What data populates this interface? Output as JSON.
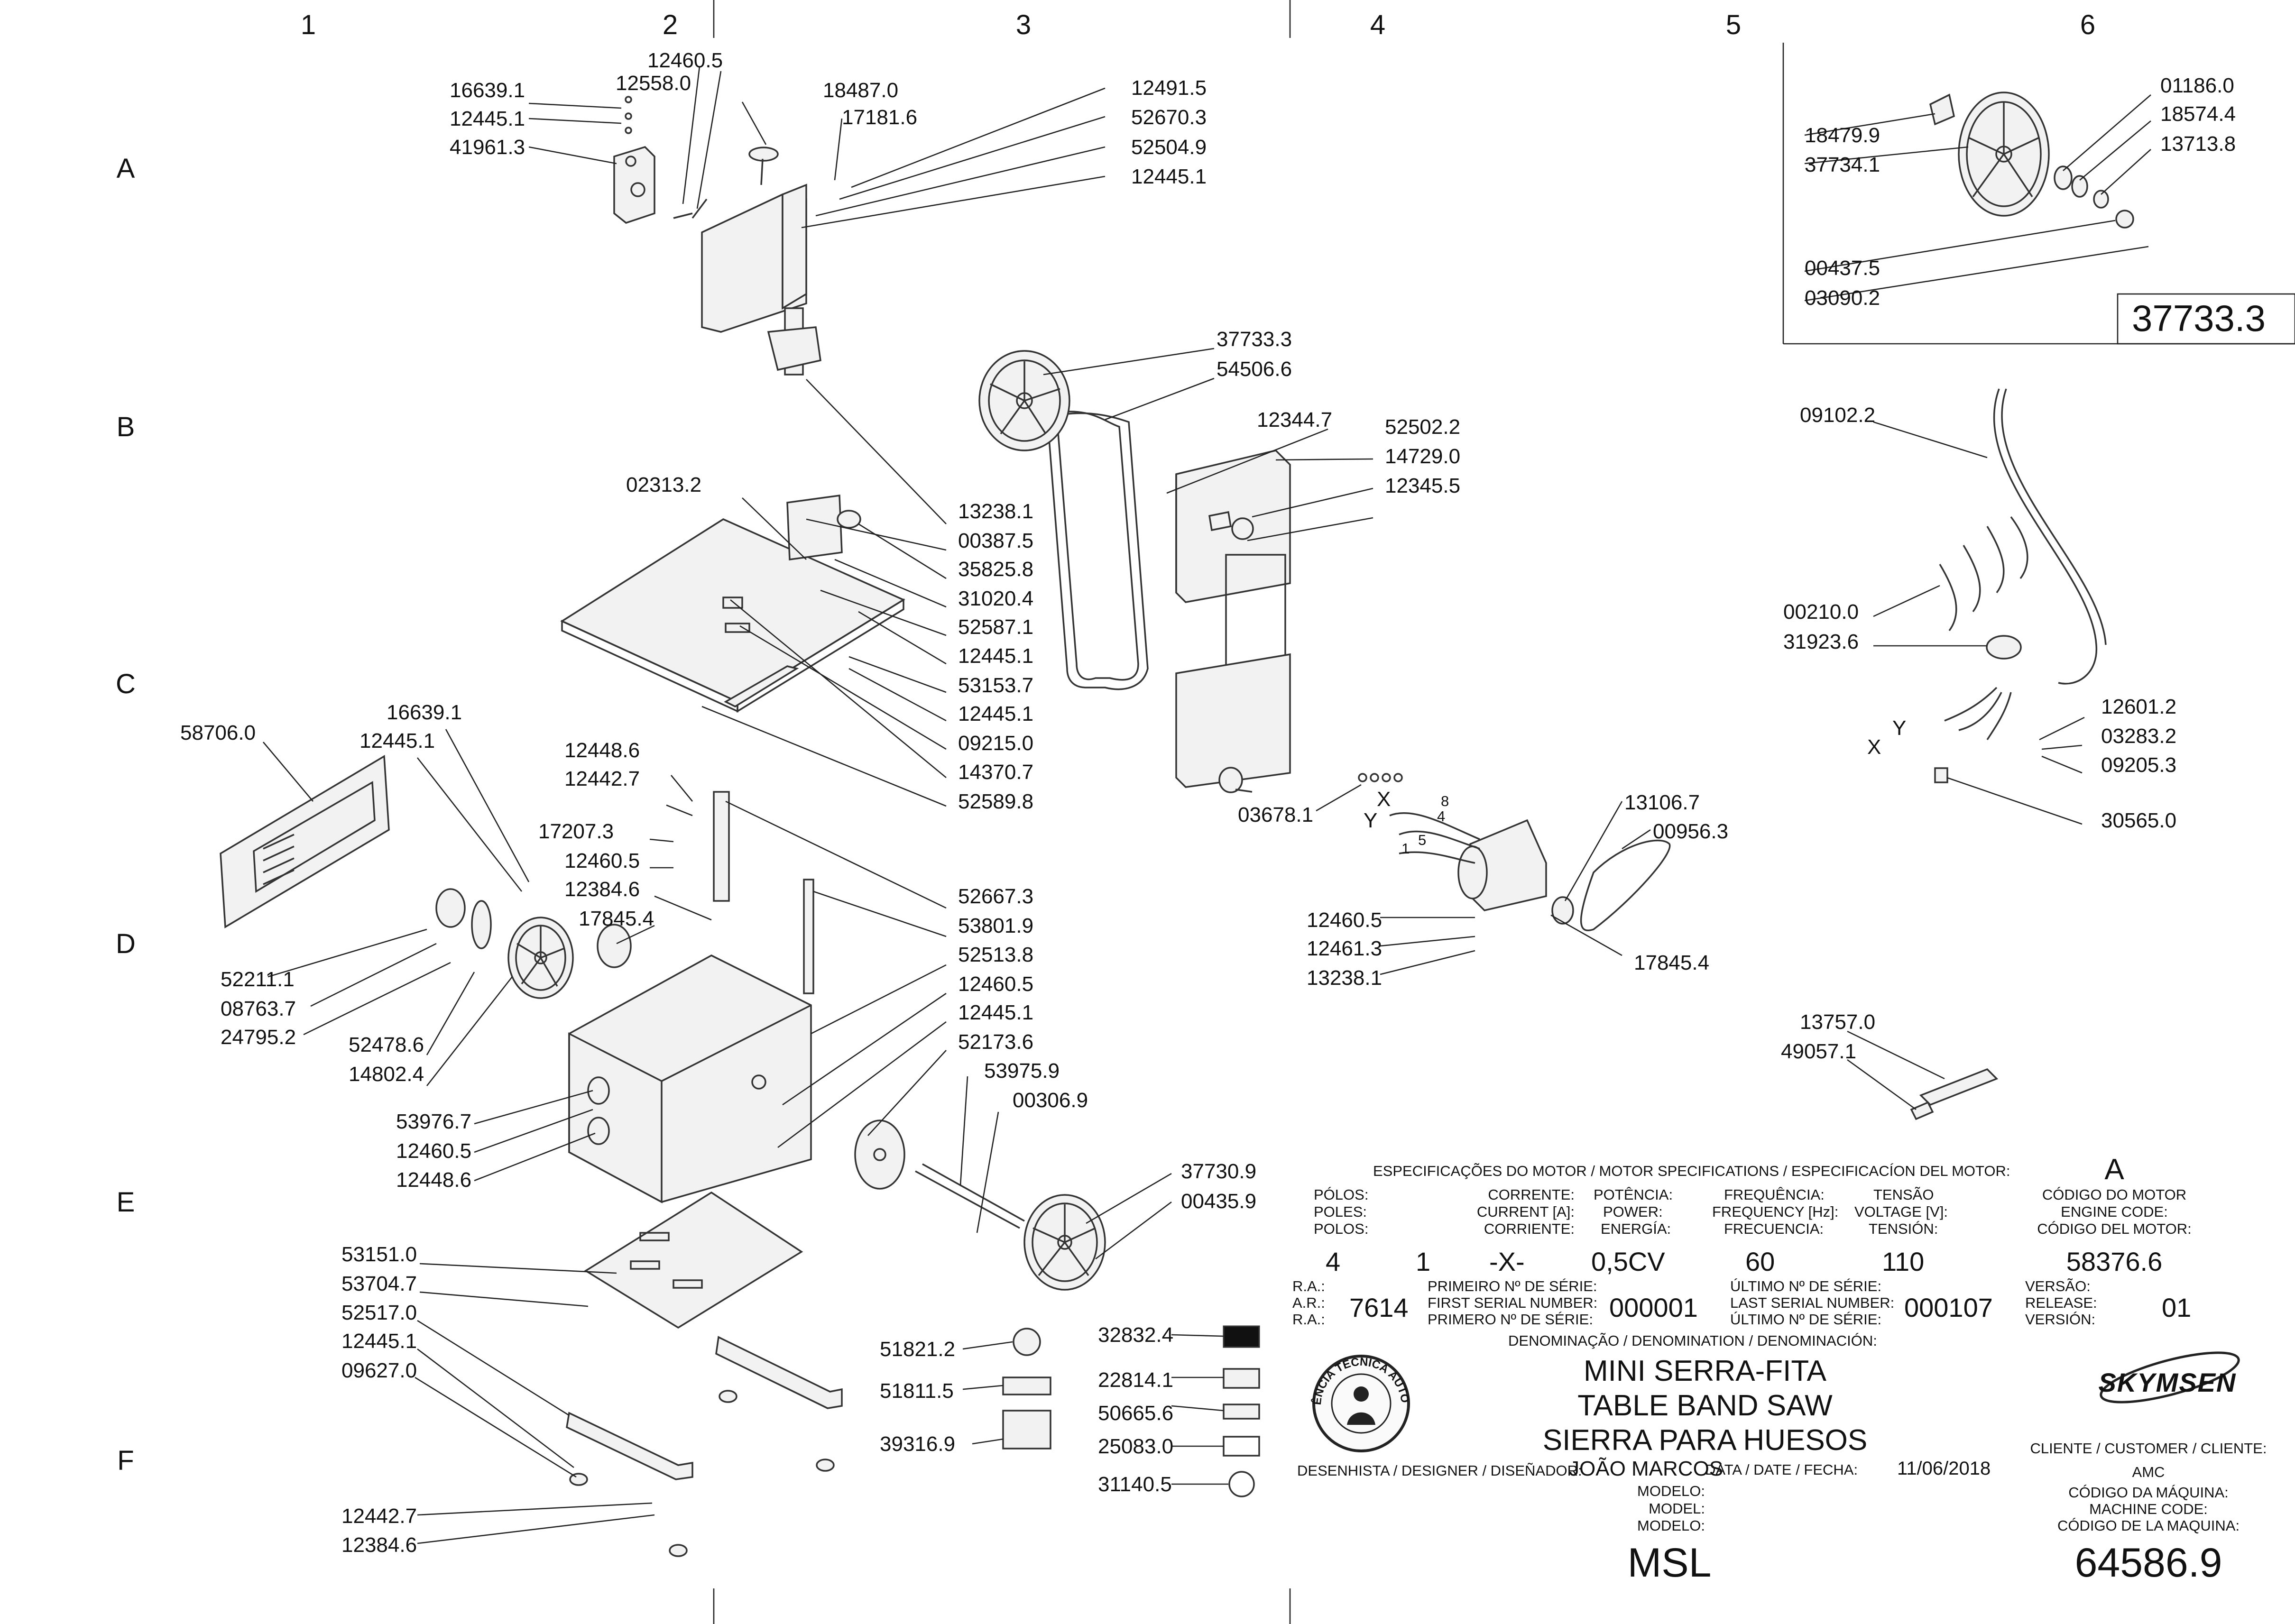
{
  "grid": {
    "columns": [
      "1",
      "2",
      "3",
      "4",
      "5",
      "6"
    ],
    "rows": [
      "A",
      "B",
      "C",
      "D",
      "E",
      "F"
    ]
  },
  "callouts": [
    {
      "id": "16639.1"
    },
    {
      "id": "12445.1"
    },
    {
      "id": "41961.3"
    },
    {
      "id": "12460.5"
    },
    {
      "id": "12558.0"
    },
    {
      "id": "18487.0"
    },
    {
      "id": "17181.6"
    },
    {
      "id": "12491.5"
    },
    {
      "id": "52670.3"
    },
    {
      "id": "52504.9"
    },
    {
      "id": "12445.1"
    },
    {
      "id": "37733.3"
    },
    {
      "id": "54506.6"
    },
    {
      "id": "12344.7"
    },
    {
      "id": "52502.2"
    },
    {
      "id": "14729.0"
    },
    {
      "id": "12345.5"
    },
    {
      "id": "02313.2"
    },
    {
      "id": "13238.1"
    },
    {
      "id": "00387.5"
    },
    {
      "id": "35825.8"
    },
    {
      "id": "31020.4"
    },
    {
      "id": "52587.1"
    },
    {
      "id": "12445.1"
    },
    {
      "id": "53153.7"
    },
    {
      "id": "12445.1"
    },
    {
      "id": "09215.0"
    },
    {
      "id": "14370.7"
    },
    {
      "id": "52589.8"
    },
    {
      "id": "58706.0"
    },
    {
      "id": "16639.1"
    },
    {
      "id": "12445.1"
    },
    {
      "id": "12448.6"
    },
    {
      "id": "12442.7"
    },
    {
      "id": "17207.3"
    },
    {
      "id": "12460.5"
    },
    {
      "id": "12384.6"
    },
    {
      "id": "17845.4"
    },
    {
      "id": "52667.3"
    },
    {
      "id": "53801.9"
    },
    {
      "id": "52513.8"
    },
    {
      "id": "12460.5"
    },
    {
      "id": "12445.1"
    },
    {
      "id": "52173.6"
    },
    {
      "id": "53975.9"
    },
    {
      "id": "00306.9"
    },
    {
      "id": "52211.1"
    },
    {
      "id": "08763.7"
    },
    {
      "id": "24795.2"
    },
    {
      "id": "52478.6"
    },
    {
      "id": "14802.4"
    },
    {
      "id": "53976.7"
    },
    {
      "id": "12460.5"
    },
    {
      "id": "12448.6"
    },
    {
      "id": "37730.9"
    },
    {
      "id": "00435.9"
    },
    {
      "id": "53151.0"
    },
    {
      "id": "53704.7"
    },
    {
      "id": "52517.0"
    },
    {
      "id": "12445.1"
    },
    {
      "id": "09627.0"
    },
    {
      "id": "12442.7"
    },
    {
      "id": "12384.6"
    },
    {
      "id": "51821.2"
    },
    {
      "id": "51811.5"
    },
    {
      "id": "39316.9"
    },
    {
      "id": "32832.4"
    },
    {
      "id": "22814.1"
    },
    {
      "id": "50665.6"
    },
    {
      "id": "25083.0"
    },
    {
      "id": "31140.5"
    },
    {
      "id": "03678.1"
    },
    {
      "id": "13106.7"
    },
    {
      "id": "00956.3"
    },
    {
      "id": "12460.5"
    },
    {
      "id": "12461.3"
    },
    {
      "id": "13238.1"
    },
    {
      "id": "17845.4"
    },
    {
      "id": "18479.9"
    },
    {
      "id": "37734.1"
    },
    {
      "id": "01186.0"
    },
    {
      "id": "18574.4"
    },
    {
      "id": "13713.8"
    },
    {
      "id": "00437.5"
    },
    {
      "id": "03090.2"
    },
    {
      "id": "09102.2"
    },
    {
      "id": "00210.0"
    },
    {
      "id": "31923.6"
    },
    {
      "id": "12601.2"
    },
    {
      "id": "03283.2"
    },
    {
      "id": "09205.3"
    },
    {
      "id": "30565.0"
    },
    {
      "id": "13757.0"
    },
    {
      "id": "49057.1"
    }
  ],
  "inset": {
    "assembly_code": "37733.3"
  },
  "wiring": {
    "x_label": "X",
    "y_label": "Y",
    "terminals": [
      "8",
      "4",
      "5",
      "1"
    ]
  },
  "title_block": {
    "motor_spec_title": "ESPECIFICAÇÕES DO MOTOR / MOTOR SPECIFICATIONS / ESPECIFICACÍON DEL MOTOR:",
    "spec_letter": "A",
    "headers": {
      "poles": [
        "PÓLOS:",
        "POLES:",
        "POLOS:"
      ],
      "current": [
        "CORRENTE:",
        "CURRENT [A]:",
        "CORRIENTE:"
      ],
      "power": [
        "POTÊNCIA:",
        "POWER:",
        "ENERGÍA:"
      ],
      "frequency": [
        "FREQUÊNCIA:",
        "FREQUENCY [Hz]:",
        "FRECUENCIA:"
      ],
      "voltage": [
        "TENSÃO",
        "VOLTAGE [V]:",
        "TENSIÓN:"
      ],
      "engine_code": [
        "CÓDIGO DO MOTOR",
        "ENGINE CODE:",
        "CÓDIGO DEL MOTOR:"
      ]
    },
    "values": {
      "poles": "4",
      "phase": "1",
      "current": "-X-",
      "power": "0,5CV",
      "frequency": "60",
      "voltage": "110",
      "engine_code": "58376.6"
    },
    "ra_labels": [
      "R.A.:",
      "A.R.:",
      "R.A.:"
    ],
    "ra_value": "7614",
    "first_serial_labels": [
      "PRIMEIRO Nº DE SÉRIE:",
      "FIRST SERIAL NUMBER:",
      "PRIMERO Nº DE SÉRIE:"
    ],
    "first_serial": "000001",
    "last_serial_labels": [
      "ÚLTIMO Nº DE SÉRIE:",
      "LAST SERIAL NUMBER:",
      "ÚLTIMO Nº DE SÉRIE:"
    ],
    "last_serial": "000107",
    "version_labels": [
      "VERSÃO:",
      "RELEASE:",
      "VERSIÓN:"
    ],
    "version": "01",
    "denomination_label": "DENOMINAÇÃO / DENOMINATION / DENOMINACIÓN:",
    "denominations": [
      "MINI SERRA-FITA",
      "TABLE BAND SAW",
      "SIERRA PARA HUESOS"
    ],
    "designer_label": "DESENHISTA / DESIGNER / DISEÑADOR:",
    "designer": "JOÃO MARCOS",
    "date_label": "DATA / DATE / FECHA:",
    "date": "11/06/2018",
    "model_labels": [
      "MODELO:",
      "MODEL:",
      "MODELO:"
    ],
    "model": "MSL",
    "client_label": "CLIENTE / CUSTOMER / CLIENTE:",
    "client": "AMC",
    "machine_code_labels": [
      "CÓDIGO DA MÁQUINA:",
      "MACHINE CODE:",
      "CÓDIGO DE LA MAQUINA:"
    ],
    "machine_code": "64586.9",
    "brand": "SKYMSEN",
    "seal_text": "ASSISTÊNCIA TÉCNICA AUTORIZADA"
  }
}
